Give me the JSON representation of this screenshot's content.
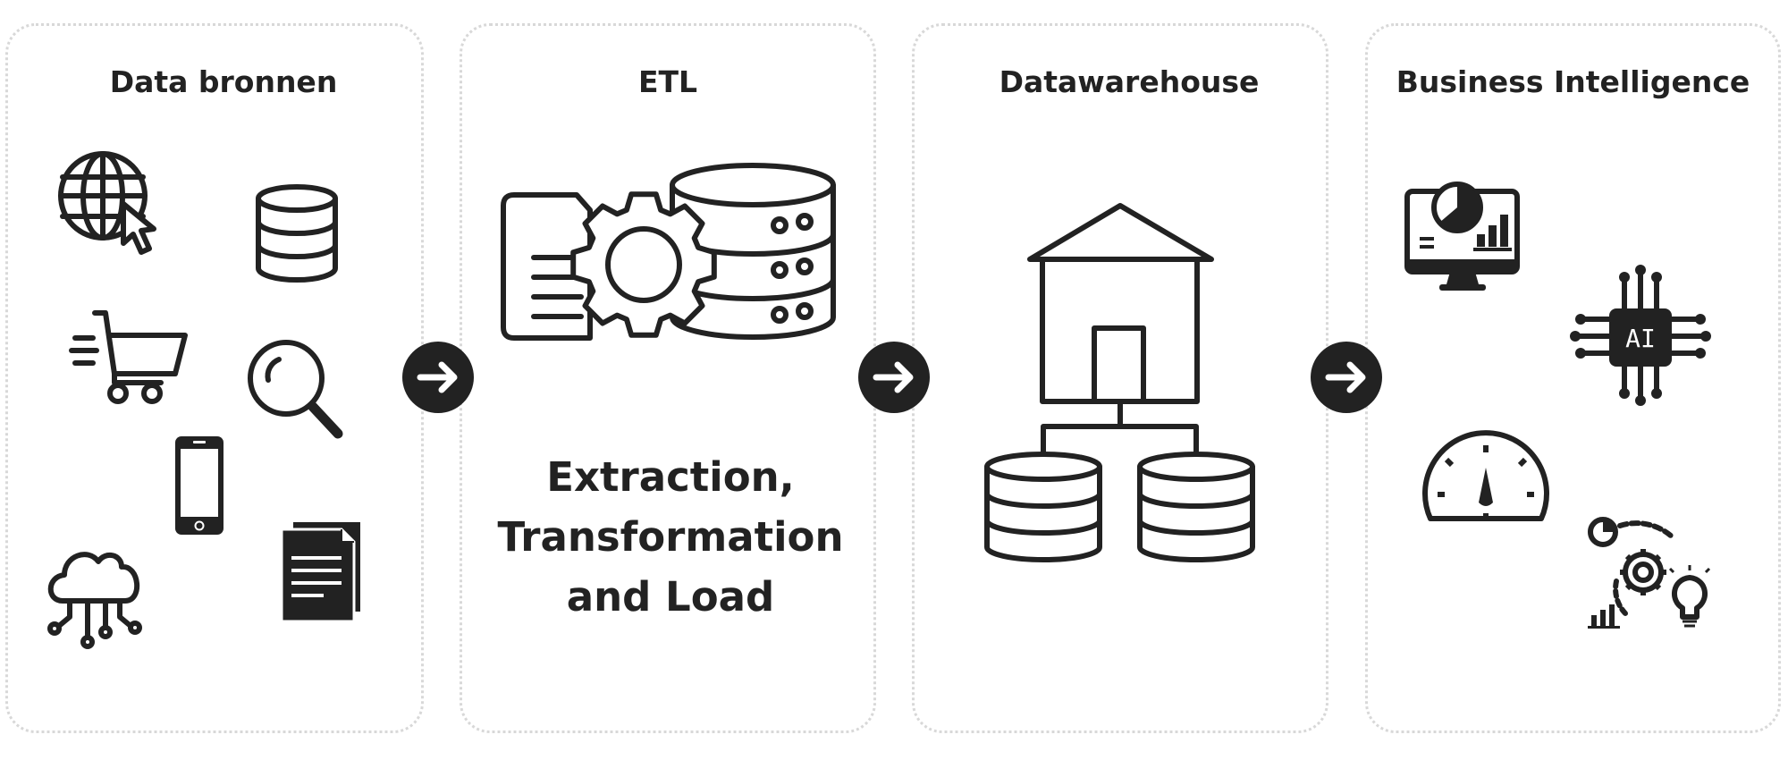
{
  "stages": [
    {
      "title": "Data bronnen"
    },
    {
      "title": "ETL",
      "description": [
        "Extraction,",
        "Transformation",
        "and Load"
      ]
    },
    {
      "title": "Datawarehouse"
    },
    {
      "title": "Business Intelligence"
    }
  ],
  "icons": {
    "data_sources": [
      "globe-cursor-icon",
      "database-icon",
      "shopping-cart-icon",
      "magnifier-icon",
      "smartphone-icon",
      "documents-icon",
      "cloud-network-icon"
    ],
    "etl": [
      "document-gear-database-icon"
    ],
    "datawarehouse": [
      "warehouse-house-icon",
      "database-icon",
      "database-icon"
    ],
    "bi": [
      "dashboard-monitor-icon",
      "ai-chip-icon",
      "gauge-icon",
      "analytics-insight-icon"
    ],
    "arrows": [
      "arrow-right-circle-icon",
      "arrow-right-circle-icon",
      "arrow-right-circle-icon"
    ]
  },
  "ai_chip_label": "AI",
  "colors": {
    "ink": "#222222",
    "border": "#d8d8d8",
    "background": "#ffffff"
  }
}
